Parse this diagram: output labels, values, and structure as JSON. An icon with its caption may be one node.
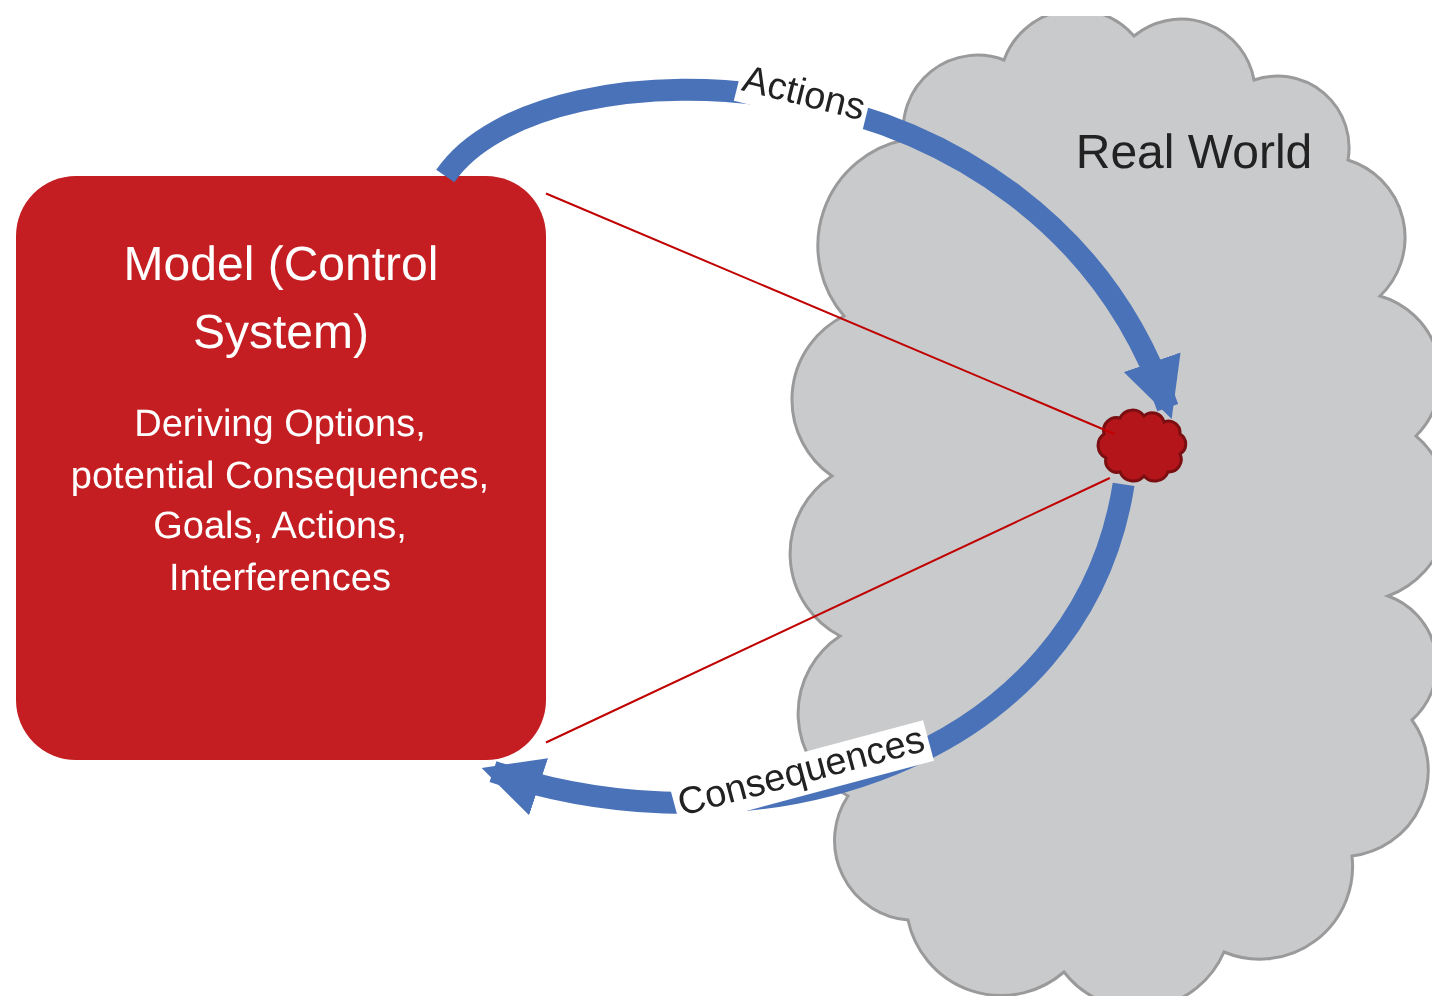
{
  "diagram": {
    "nodes": [
      {
        "text": [
          "Model (Control System)",
          "Deriving Options, potential Consequences, Goals, Actions, Interferences"
        ]
      },
      {
        "text": [
          "Real World"
        ]
      },
      {
        "text": [],
        "shape": "cloud",
        "in": 1
      }
    ],
    "edges": [
      {
        "from": 0,
        "to": 2,
        "arrow": "to",
        "label": "Actions",
        "style": "thick",
        "color": "#4a72b8"
      },
      {
        "from": 2,
        "to": 0,
        "arrow": "to",
        "label": "Consequences",
        "style": "thick",
        "color": "#4a72b8"
      },
      {
        "from": 0,
        "to": 2,
        "arrow": "none",
        "color": "#c00000"
      },
      {
        "from": 0,
        "to": 2,
        "arrow": "none",
        "color": "#c00000"
      }
    ]
  }
}
